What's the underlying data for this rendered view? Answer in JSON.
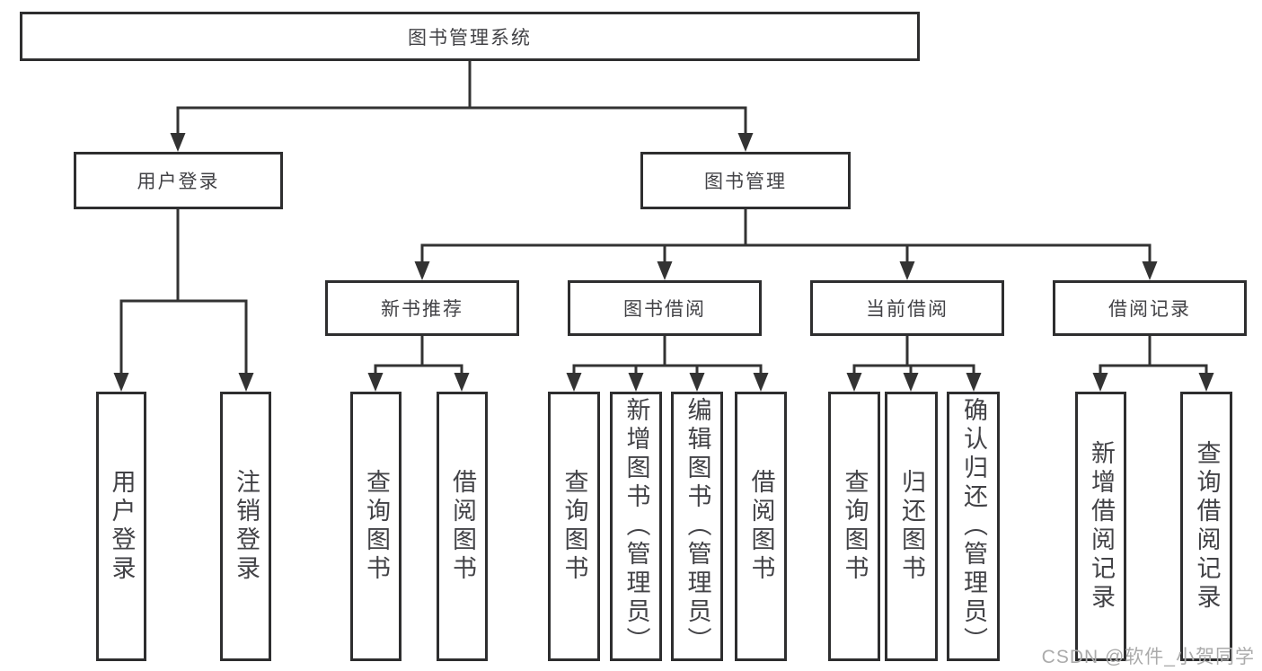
{
  "tree": {
    "root": {
      "label": "图书管理系统"
    },
    "level2": [
      {
        "label": "用户登录",
        "children": [
          "用户登录",
          "注销登录"
        ]
      },
      {
        "label": "图书管理",
        "modules": [
          {
            "label": "新书推荐",
            "children": [
              "查询图书",
              "借阅图书"
            ]
          },
          {
            "label": "图书借阅",
            "children": [
              "查询图书",
              "新增图书（管理员）",
              "编辑图书（管理员）",
              "借阅图书"
            ]
          },
          {
            "label": "当前借阅",
            "children": [
              "查询图书",
              "归还图书",
              "确认归还（管理员）"
            ]
          },
          {
            "label": "借阅记录",
            "children": [
              "新增借阅记录",
              "查询借阅记录"
            ]
          }
        ]
      }
    ]
  },
  "watermark": {
    "text": "CSDN @软件_小贺同学"
  },
  "colors": {
    "line": "#333333",
    "box_border": "#2e2e2f",
    "text": "#424246",
    "watermark": "#ababab",
    "background": "#ffffff"
  }
}
